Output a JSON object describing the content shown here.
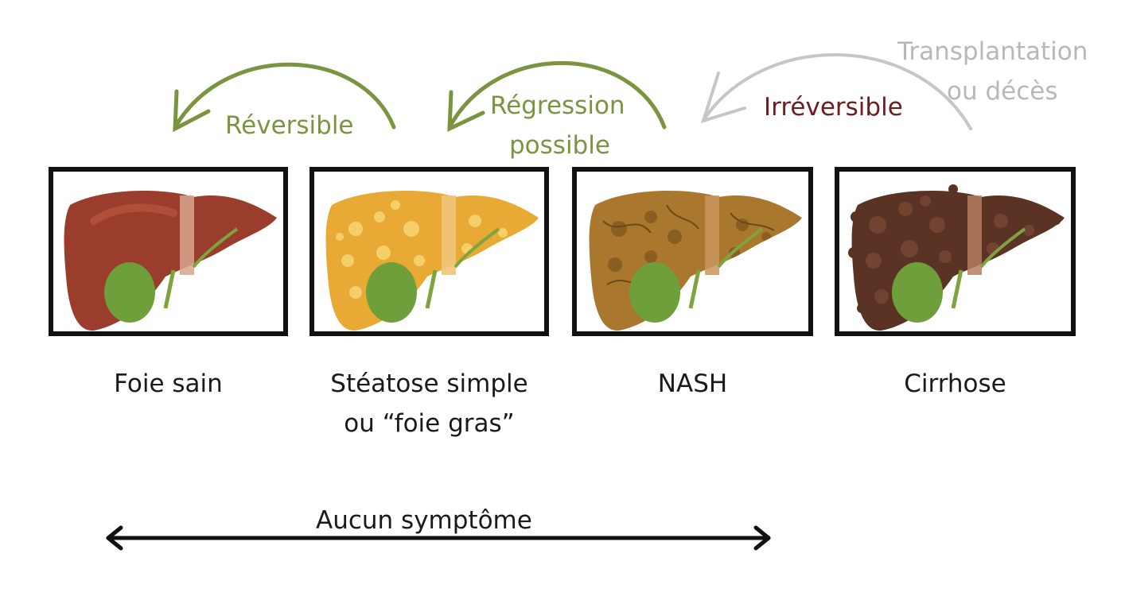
{
  "colors": {
    "reversible_green": "#7b9440",
    "irreversible_red": "#6b1e1e",
    "outcome_grey": "#b8b8b8",
    "frame": "#111111",
    "liver_healthy": "#9a3d2c",
    "liver_steatosis": "#e8a935",
    "liver_nash": "#a9782e",
    "liver_cirrhosis": "#5b3324",
    "gallbladder": "#6e9f3a"
  },
  "arrows": {
    "reversible": "Réversible",
    "regression_line1": "Régression",
    "regression_line2": "possible",
    "irreversible": "Irréversible",
    "outcome_line1": "Transplantation",
    "outcome_line2": "ou décès"
  },
  "stages": [
    {
      "label_line1": "Foie sain",
      "label_line2": "",
      "icon": "healthy-liver-icon"
    },
    {
      "label_line1": "Stéatose simple",
      "label_line2": "ou “foie gras”",
      "icon": "fatty-liver-icon"
    },
    {
      "label_line1": "NASH",
      "label_line2": "",
      "icon": "nash-liver-icon"
    },
    {
      "label_line1": "Cirrhose",
      "label_line2": "",
      "icon": "cirrhotic-liver-icon"
    }
  ],
  "symptom_range": {
    "label": "Aucun symptôme"
  }
}
